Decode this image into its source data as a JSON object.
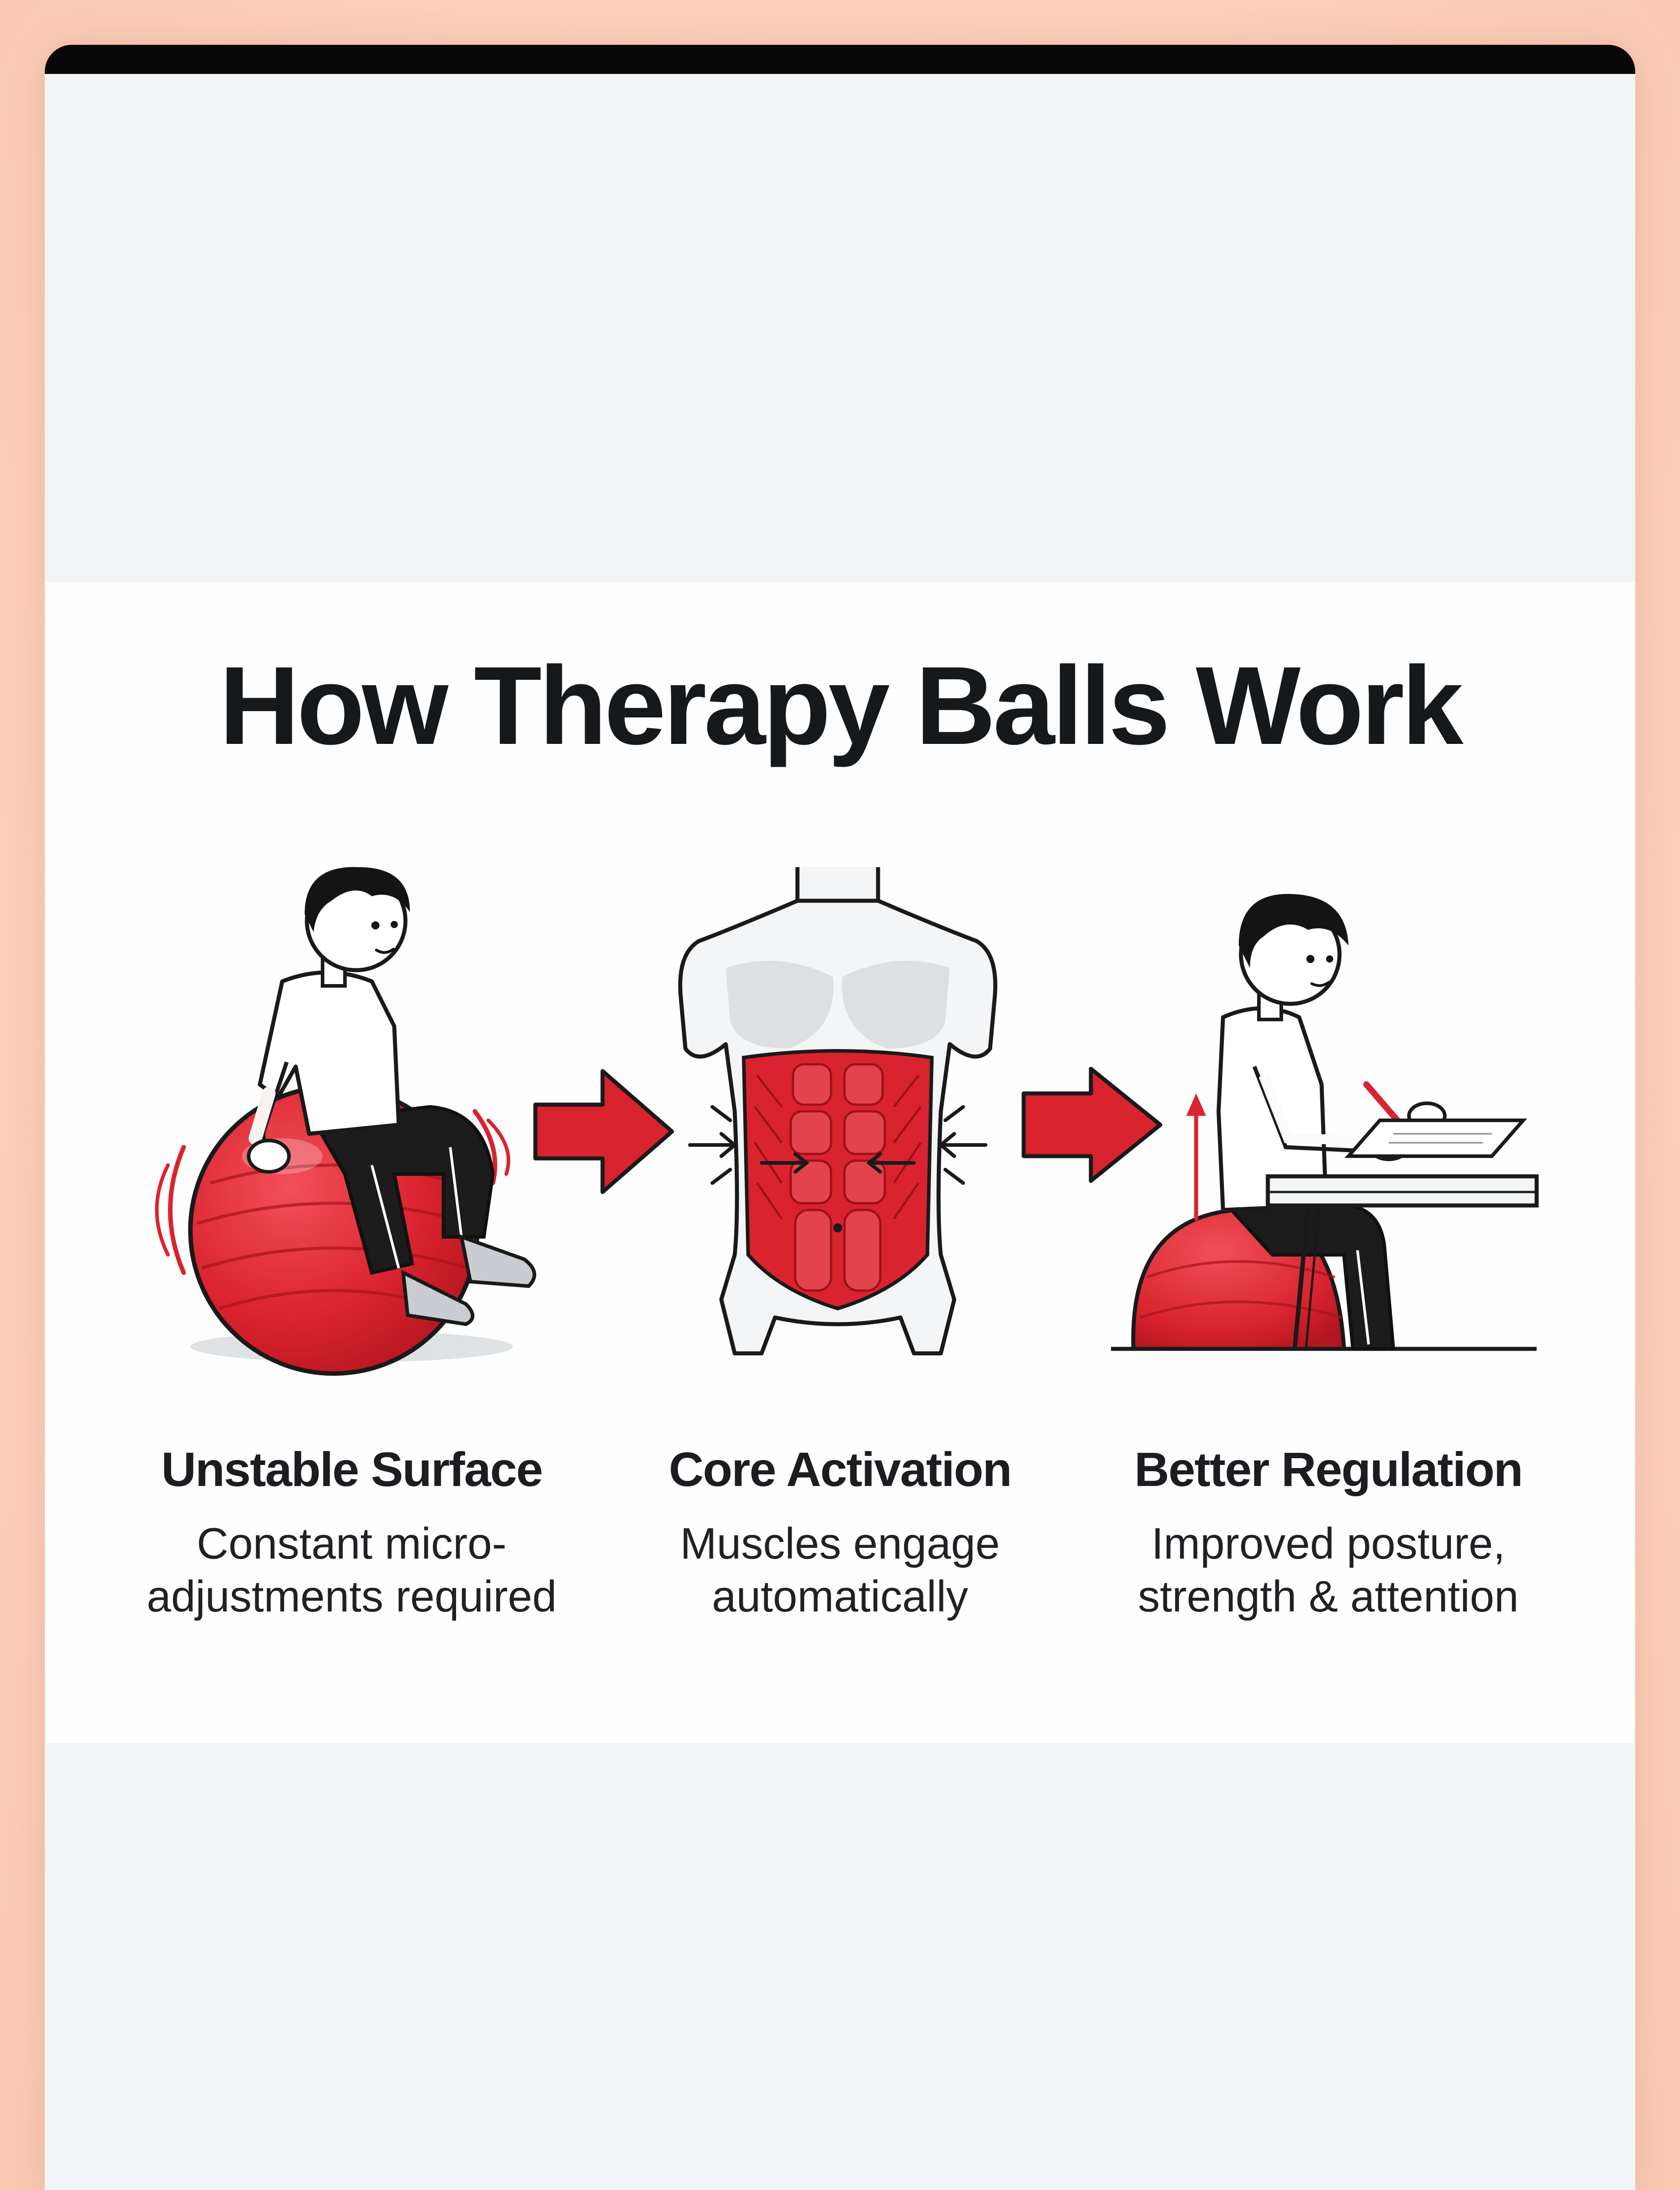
{
  "title": "How Therapy Balls Work",
  "colors": {
    "accent_red": "#d9232e",
    "ink": "#16191c",
    "card_background": "#fefefe",
    "page_background": "#fccfbb"
  },
  "steps": [
    {
      "title": "Unstable Surface",
      "description": "Constant micro- adjustments required",
      "icon": "child-on-therapy-ball-icon"
    },
    {
      "title": "Core Activation",
      "description": "Muscles engage automatically",
      "icon": "abdominal-muscles-icon"
    },
    {
      "title": "Better Regulation",
      "description": "Improved posture, strength & attention",
      "icon": "child-writing-at-desk-icon"
    }
  ],
  "connectors": [
    "arrow-right-icon",
    "arrow-right-icon"
  ]
}
